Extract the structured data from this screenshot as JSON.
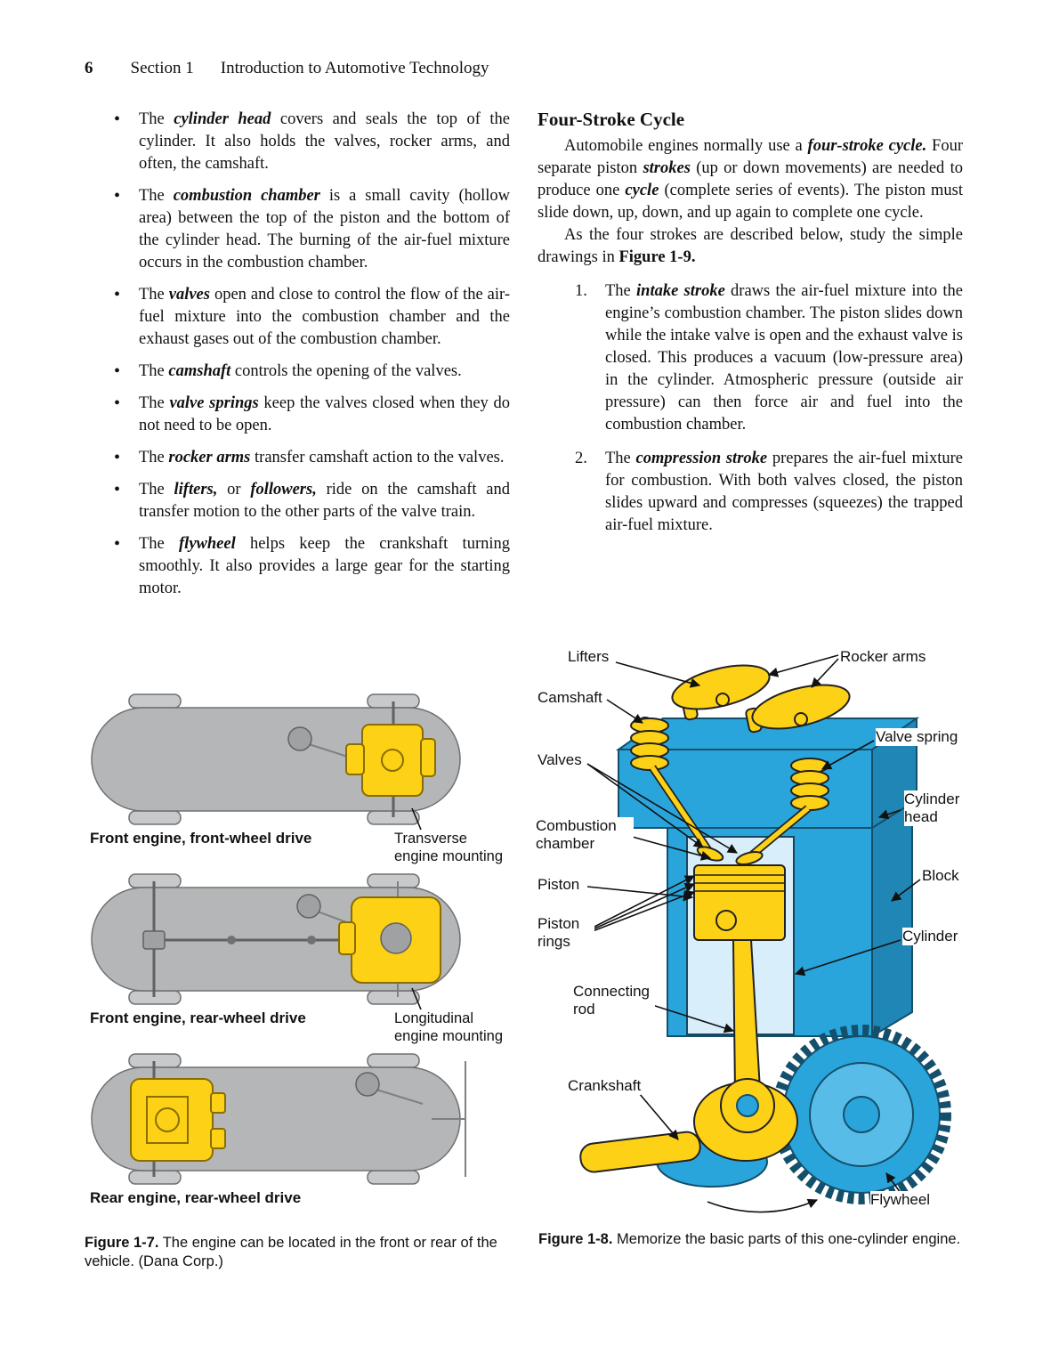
{
  "colors": {
    "yellow": "#fdd116",
    "blue": "#2aa5dc",
    "blue-d": "#1f86b5",
    "gray": "#b4b6b8",
    "bore": "#d8eefb"
  },
  "header": {
    "page_number": "6",
    "section": "Section 1",
    "title": "Introduction to Automotive Technology"
  },
  "bullet_marker": "•",
  "bullets": [
    {
      "segments": [
        {
          "t": "The "
        },
        {
          "t": "cylinder head",
          "bi": true
        },
        {
          "t": " covers and seals the top of the cylinder. It also holds the valves, rocker arms, and often, the camshaft."
        }
      ]
    },
    {
      "segments": [
        {
          "t": "The "
        },
        {
          "t": "combustion chamber",
          "bi": true
        },
        {
          "t": " is a small cavity (hollow area) between the top of the piston and the bottom of the cylinder head. The burning of the air-fuel mixture occurs in the combustion chamber."
        }
      ]
    },
    {
      "segments": [
        {
          "t": "The "
        },
        {
          "t": "valves",
          "bi": true
        },
        {
          "t": " open and close to control the flow of the air-fuel mixture into the combustion chamber and the exhaust gases out of the combustion chamber."
        }
      ]
    },
    {
      "segments": [
        {
          "t": "The "
        },
        {
          "t": "camshaft",
          "bi": true
        },
        {
          "t": " controls the opening of the valves."
        }
      ]
    },
    {
      "segments": [
        {
          "t": "The "
        },
        {
          "t": "valve springs",
          "bi": true
        },
        {
          "t": " keep the valves closed when they do not need to be open."
        }
      ]
    },
    {
      "segments": [
        {
          "t": "The "
        },
        {
          "t": "rocker arms",
          "bi": true
        },
        {
          "t": " transfer camshaft action to the valves."
        }
      ]
    },
    {
      "segments": [
        {
          "t": "The "
        },
        {
          "t": "lifters,",
          "bi": true
        },
        {
          "t": " or "
        },
        {
          "t": "followers,",
          "bi": true
        },
        {
          "t": " ride on the camshaft and transfer motion to the other parts of the valve train."
        }
      ]
    },
    {
      "segments": [
        {
          "t": "The "
        },
        {
          "t": "flywheel",
          "bi": true
        },
        {
          "t": " helps keep the crankshaft turning smoothly. It also provides a large gear for the starting motor."
        }
      ]
    }
  ],
  "right": {
    "heading": "Four-Stroke Cycle",
    "para1": [
      {
        "t": "Automobile engines normally use a "
      },
      {
        "t": "four-stroke cycle.",
        "bi": true
      },
      {
        "t": " Four separate piston "
      },
      {
        "t": "strokes",
        "bi": true
      },
      {
        "t": " (up or down movements) are needed to produce one "
      },
      {
        "t": "cycle",
        "bi": true
      },
      {
        "t": " (complete series of events). The piston must slide down, up, down, and up again to complete one cycle."
      }
    ],
    "para2": [
      {
        "t": "As the four strokes are described below, study the simple drawings in "
      },
      {
        "t": "Figure 1-9.",
        "b": true
      }
    ],
    "list": [
      {
        "num": "1.",
        "segments": [
          {
            "t": "The "
          },
          {
            "t": "intake stroke",
            "bi": true
          },
          {
            "t": " draws the air-fuel mixture into the engine’s combustion chamber. The piston slides down while the intake valve is open and the exhaust valve is closed. This produces a vacuum (low-pressure area) in the cylinder. Atmospheric pressure (outside air pressure) can then force air and fuel into the combustion chamber."
          }
        ]
      },
      {
        "num": "2.",
        "segments": [
          {
            "t": "The "
          },
          {
            "t": "compression stroke",
            "bi": true
          },
          {
            "t": " prepares the air-fuel mixture for combustion. With both valves closed, the piston slides upward and compresses (squeezes) the trapped air-fuel mixture."
          }
        ]
      }
    ]
  },
  "figure7": {
    "sub_labels": [
      "Front engine, front-wheel drive",
      "Front engine, rear-wheel drive",
      "Rear engine, rear-wheel drive"
    ],
    "annotations": {
      "transverse": "Transverse engine mounting",
      "longitudinal": "Longitudinal engine mounting"
    },
    "caption": [
      {
        "t": "Figure 1-7.",
        "b": true
      },
      {
        "t": " The engine can be located in the front or rear of the vehicle. (Dana Corp.)"
      }
    ]
  },
  "figure8": {
    "labels": {
      "lifters": "Lifters",
      "rocker_arms": "Rocker arms",
      "camshaft": "Camshaft",
      "valve_spring": "Valve spring",
      "valves": "Valves",
      "cylinder_head": "Cylinder head",
      "combustion_chamber": "Combustion chamber",
      "piston": "Piston",
      "block": "Block",
      "piston_rings": "Piston rings",
      "cylinder": "Cylinder",
      "connecting_rod": "Connecting rod",
      "crankshaft": "Crankshaft",
      "flywheel": "Flywheel"
    },
    "caption": [
      {
        "t": "Figure 1-8.",
        "b": true
      },
      {
        "t": " Memorize the basic parts of this one-cylinder engine."
      }
    ]
  }
}
